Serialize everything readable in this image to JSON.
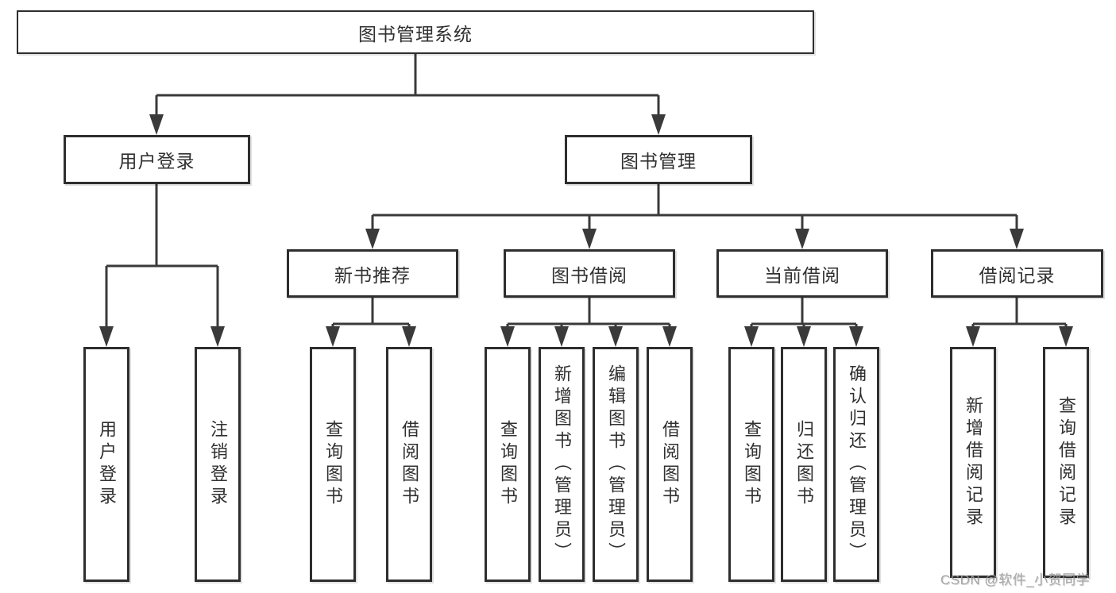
{
  "canvas": {
    "background": "#ffffff",
    "line_color": "#3a3a3a",
    "box_border_color": "#2e2e2e",
    "text_color": "#303030",
    "watermark_color": "#9e9e9e"
  },
  "tree": {
    "root": {
      "label": "图书管理系统",
      "children": [
        {
          "label": "用户登录",
          "children": [
            {
              "label": "用户登录"
            },
            {
              "label": "注销登录"
            }
          ]
        },
        {
          "label": "图书管理",
          "children": [
            {
              "label": "新书推荐",
              "children": [
                {
                  "label": "查询图书"
                },
                {
                  "label": "借阅图书"
                }
              ]
            },
            {
              "label": "图书借阅",
              "children": [
                {
                  "label": "查询图书"
                },
                {
                  "label": "新增图书（管理员）"
                },
                {
                  "label": "编辑图书（管理员）"
                },
                {
                  "label": "借阅图书"
                }
              ]
            },
            {
              "label": "当前借阅",
              "children": [
                {
                  "label": "查询图书"
                },
                {
                  "label": "归还图书"
                },
                {
                  "label": "确认归还（管理员）"
                }
              ]
            },
            {
              "label": "借阅记录",
              "children": [
                {
                  "label": "新增借阅记录"
                },
                {
                  "label": "查询借阅记录"
                }
              ]
            }
          ]
        }
      ]
    }
  },
  "watermark": {
    "text": "CSDN @软件_小贺同学"
  }
}
